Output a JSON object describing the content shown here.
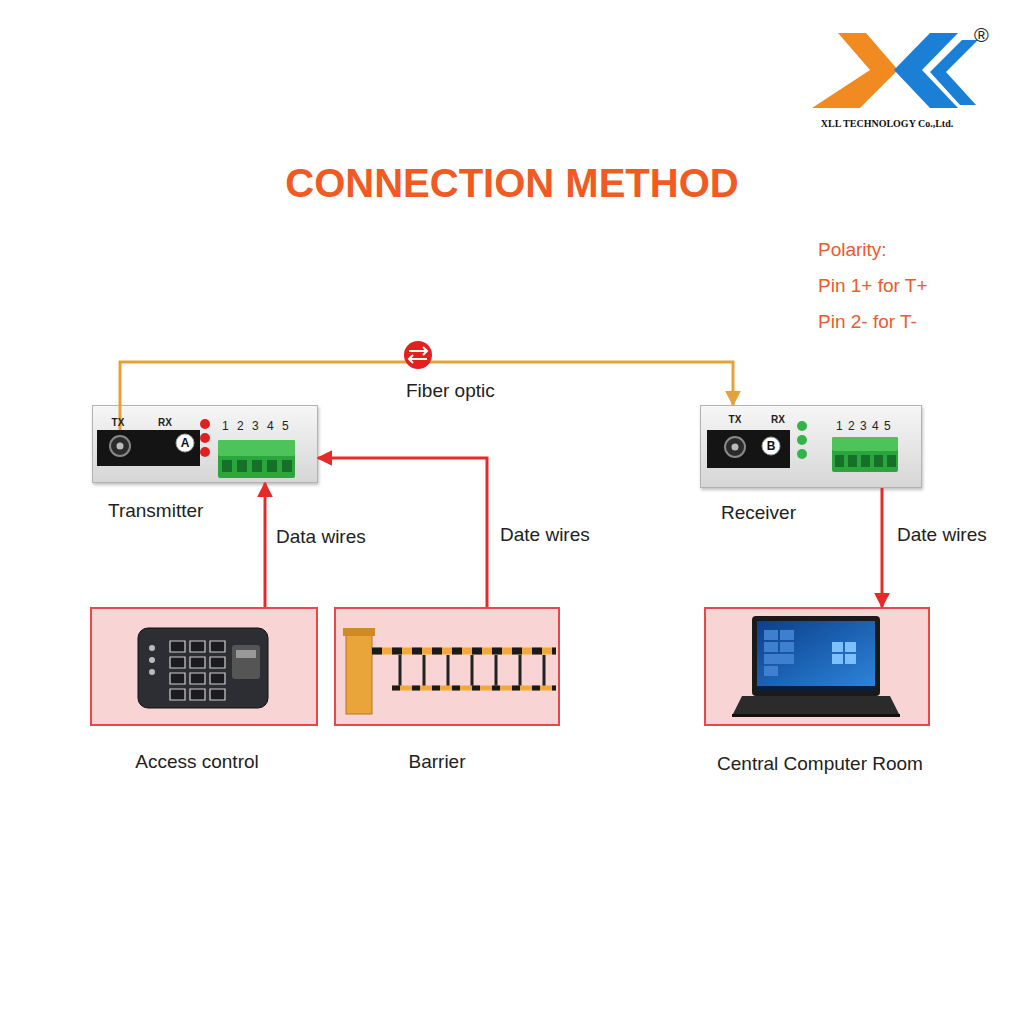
{
  "diagram": {
    "title": "CONNECTION METHOD",
    "nodes": [
      {
        "text": [
          "Transmitter"
        ]
      },
      {
        "text": [
          "Receiver"
        ]
      },
      {
        "text": [
          "Access control"
        ]
      },
      {
        "text": [
          "Barrier"
        ]
      },
      {
        "text": [
          "Central Computer Room"
        ]
      }
    ],
    "edges": [
      {
        "from": 0,
        "to": 1,
        "arrow": "to",
        "label": "Fiber optic"
      },
      {
        "from": 2,
        "to": 0,
        "arrow": "to",
        "label": "Data wires"
      },
      {
        "from": 3,
        "to": 0,
        "arrow": "to",
        "label": "Date wires"
      },
      {
        "from": 1,
        "to": 4,
        "arrow": "to",
        "label": "Date wires"
      }
    ],
    "labels": [
      "®",
      "XLL TECHNOLOGY Co.,Ltd.",
      "Polarity:",
      "Pin 1+ for T+",
      "Pin 2- for T-",
      "TX",
      "RX",
      "A",
      "1 2 3 4 5",
      "TX",
      "RX",
      "B",
      "1 2 3 4 5"
    ]
  }
}
